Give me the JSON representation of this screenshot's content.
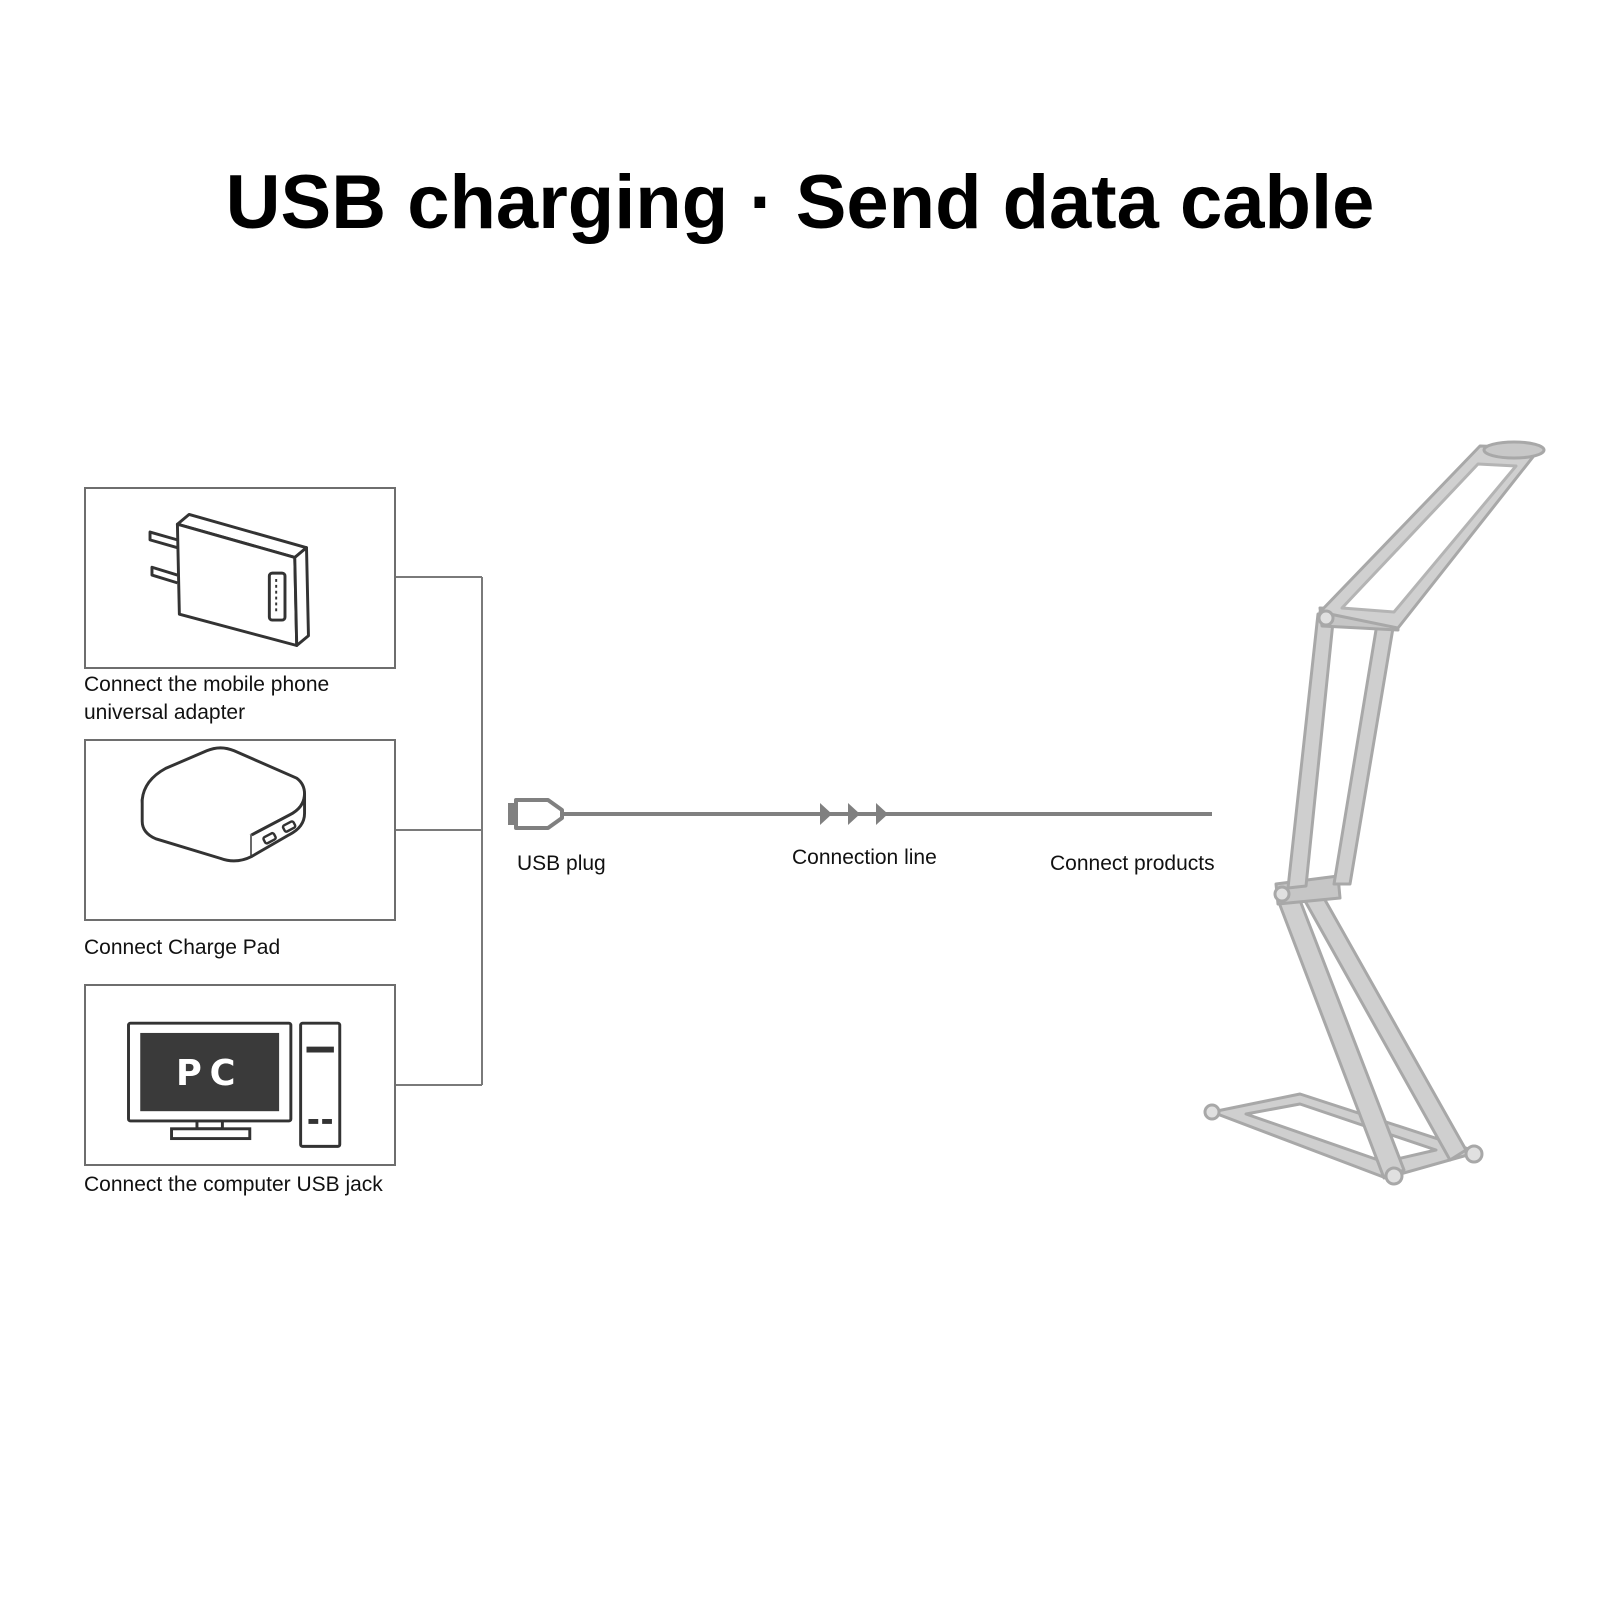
{
  "title": "USB charging · Send data cable",
  "sources": [
    {
      "caption": "Connect the mobile phone universal adapter",
      "icon": "wall-adapter-icon"
    },
    {
      "caption": "Connect Charge Pad",
      "icon": "power-bank-icon"
    },
    {
      "caption": "Connect the computer USB jack",
      "icon": "computer-icon",
      "screen_text": "PC"
    }
  ],
  "cable": {
    "plug_label": "USB plug",
    "line_label": "Connection line",
    "product_label": "Connect products"
  },
  "product": {
    "icon": "folding-desk-lamp-icon"
  },
  "colors": {
    "text": "#111111",
    "box_border": "#6e6e6e",
    "connector_line": "#7a7a7a",
    "cable": "#808080",
    "lamp": "#c4c4c4",
    "pc_screen": "#3a3a3a"
  }
}
